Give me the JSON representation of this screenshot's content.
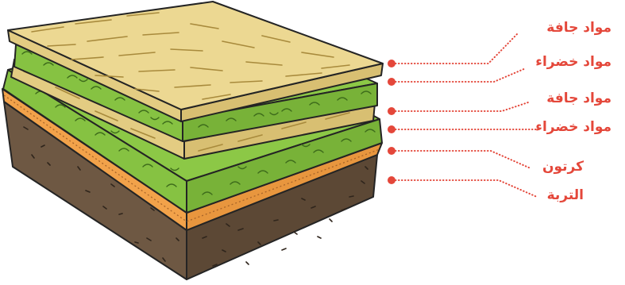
{
  "layers": [
    {
      "label": "مواد جافة"
    },
    {
      "label": "مواد خضراء"
    },
    {
      "label": "مواد جافة"
    },
    {
      "label": "مواد خضراء"
    },
    {
      "label": "كرتون"
    },
    {
      "label": "التربة"
    }
  ],
  "colors": {
    "label": "#e4473a",
    "dry": "#ead58e",
    "green": "#86c242",
    "cardboard": "#f2a24a",
    "soil": "#6b5540"
  }
}
